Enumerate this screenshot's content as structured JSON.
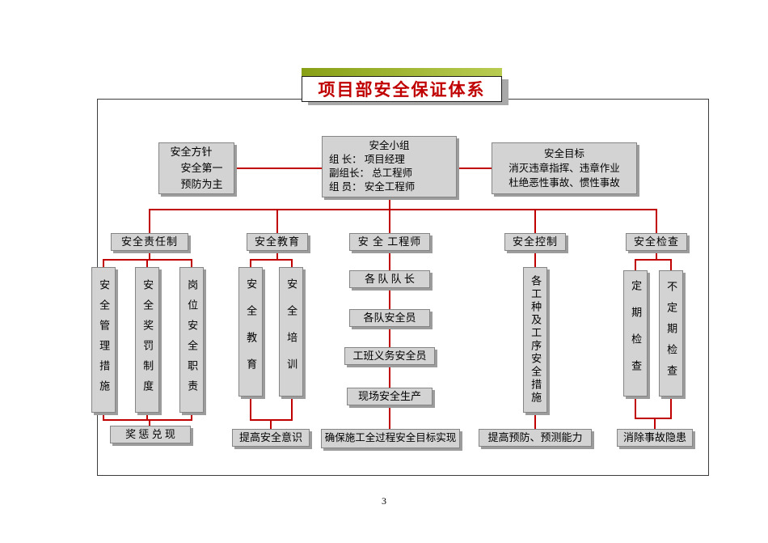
{
  "colors": {
    "connector_red": "#c00000",
    "box_fill": "#d3d3d3",
    "box_border": "#858585",
    "box_shadow": "#9c9c9c",
    "title_text_red": "#c00000",
    "title_bar_green": "#87a015",
    "frame_border": "#3c3c3c"
  },
  "page": {
    "title": "项目部安全保证体系",
    "page_number": "3"
  },
  "top_row": {
    "policy": {
      "lines": [
        "安全方针",
        "安全第一",
        "预防为主"
      ]
    },
    "team": {
      "title": "安全小组",
      "members": [
        "组  长：  项目经理",
        "副组长：  总工程师",
        "组  员：  安全工程师"
      ]
    },
    "goal": {
      "title": "安全目标",
      "lines": [
        "消灭违章指挥、违章作业",
        "杜绝恶性事故、惯性事故"
      ]
    }
  },
  "columns": [
    {
      "header": "安全责任制",
      "boxes": [
        "安全管理措施",
        "安全奖罚制度",
        "岗位安全职责"
      ],
      "footer": "奖 惩 兑 现"
    },
    {
      "header": "安全教育",
      "boxes": [
        "安全教育",
        "安全培训"
      ],
      "footer": "提高安全意识"
    },
    {
      "header": "安 全 工程师",
      "chain": [
        "各 队 队 长",
        "各队安全员",
        "工班义务安全员",
        "现场安全生产"
      ],
      "footer": "确保施工全过程安全目标实现"
    },
    {
      "header": "安全控制",
      "boxes": [
        "各工种及工序安全措施"
      ],
      "footer": "提高预防、预测能力"
    },
    {
      "header": "安全检查",
      "boxes": [
        "定期检查",
        "不定期检查"
      ],
      "footer": "消除事故隐患"
    }
  ]
}
